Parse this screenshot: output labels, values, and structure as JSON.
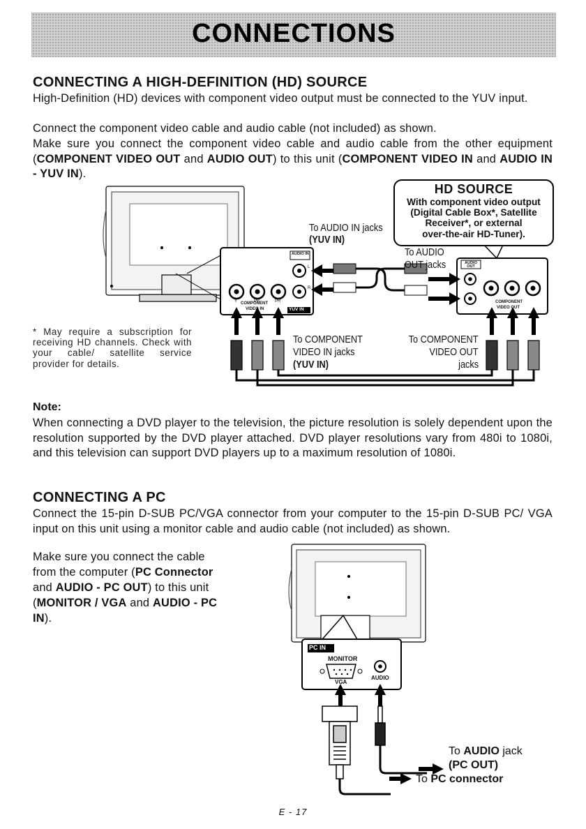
{
  "banner": {
    "title": "CONNECTIONS"
  },
  "hd_section": {
    "heading": "CONNECTING A HIGH-DEFINITION (HD) SOURCE",
    "line1": "High-Definition (HD) devices with component video output must be connected to the YUV input.",
    "line2": "Connect the component video cable and audio cable (not included) as shown.",
    "line3_a": "Make sure you connect the component video cable and audio cable from the other equipment (",
    "line3_b": "COMPONENT VIDEO OUT",
    "line3_c": " and ",
    "line3_d": "AUDIO OUT",
    "line3_e": ") to this unit (",
    "line3_f": "COMPONENT VIDEO IN",
    "line3_g": " and ",
    "line3_h": "AUDIO IN - YUV IN",
    "line3_i": ")."
  },
  "hd_diagram": {
    "hd_source_title": "HD SOURCE",
    "hd_source_l1": "With component video output",
    "hd_source_l2": "(Digital Cable Box*, Satellite",
    "hd_source_l3": "Receiver*, or external",
    "hd_source_l4": "over-the-air HD-Tuner).",
    "to_audio_in_a": "To AUDIO IN jacks",
    "to_audio_in_b": "(YUV IN)",
    "to_audio_out_a": "To AUDIO",
    "to_audio_out_b": "OUT jacks",
    "to_comp_in_a": "To COMPONENT",
    "to_comp_in_b": "VIDEO IN jacks",
    "to_comp_in_c": "(YUV IN)",
    "to_comp_out_a": "To COMPONENT",
    "to_comp_out_b": "VIDEO OUT",
    "to_comp_out_c": "jacks",
    "panel_audio_in": "AUDIO IN",
    "panel_component": "COMPONENT",
    "panel_video_in": "VIDEO IN",
    "panel_yuv_in": "YUV IN",
    "panel_audio_out": "AUDIO OUT",
    "panel_video_out": "VIDEO OUT",
    "jack_y": "Y",
    "jack_pb": "PB",
    "jack_pr": "PR",
    "jack_l": "L",
    "jack_r": "R",
    "footnote": "* May require a subscription for receiving HD channels. Check with your cable/ satellite service provider for details."
  },
  "note": {
    "label": "Note:",
    "text": "When connecting a DVD player to the television, the picture resolution is solely dependent upon the resolution supported by the DVD player attached. DVD player resolutions vary from 480i to 1080i, and this television can support DVD players up to a maximum resolution of 1080i."
  },
  "pc_section": {
    "heading": "CONNECTING A PC",
    "intro": "Connect the 15-pin D-SUB PC/VGA connector from your computer to the 15-pin D-SUB PC/ VGA input on this unit using a monitor cable and audio cable (not included) as shown.",
    "make_sure_a": "Make sure you connect the cable from the computer (",
    "make_sure_b": "PC Connector",
    "make_sure_c": " and ",
    "make_sure_d": "AUDIO - PC OUT",
    "make_sure_e": ") to this unit (",
    "make_sure_f": "MONITOR / VGA",
    "make_sure_g": " and ",
    "make_sure_h": "AUDIO - PC IN",
    "make_sure_i": ")."
  },
  "pc_diagram": {
    "pc_in": "PC IN",
    "monitor": "MONITOR",
    "vga": "VGA",
    "audio": "AUDIO",
    "to_audio_a": "To ",
    "to_audio_b": "AUDIO",
    "to_audio_c": " jack",
    "pc_out": "(PC OUT)",
    "to_pc_a": "To ",
    "to_pc_b": "PC connector"
  },
  "footer": {
    "page_number": "E - 17"
  }
}
